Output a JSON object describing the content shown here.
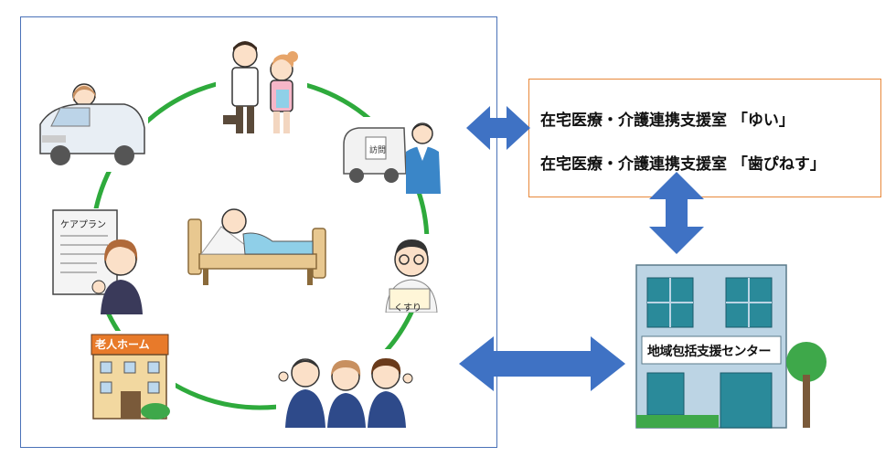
{
  "support_offices": {
    "line1": "在宅医療・介護連携支援室 「ゆい」",
    "line2": "在宅医療・介護連携支援室 「歯ぴねす」"
  },
  "care_plan": {
    "label": "ケアプラン"
  },
  "nursing_home": {
    "sign": "老人ホーム"
  },
  "visit_van": {
    "label": "訪問"
  },
  "pharmacist": {
    "card": "くすり"
  },
  "community_center": {
    "sign": "地域包括支援センター"
  },
  "colors": {
    "circle": "#2eaa3c",
    "arrow": "#3f72c4",
    "frame": "#4a72b8",
    "box": "#e8883a"
  }
}
